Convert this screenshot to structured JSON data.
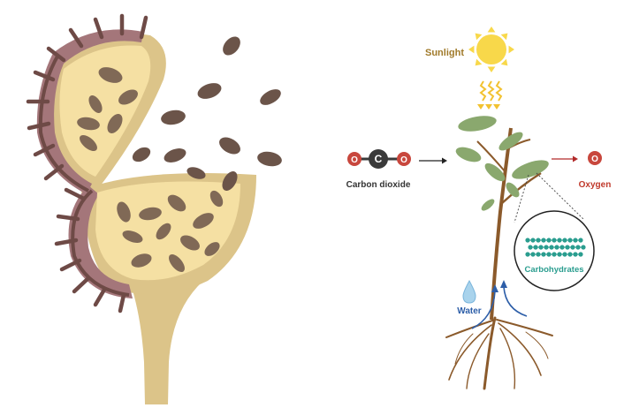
{
  "labels": {
    "sunlight": "Sunlight",
    "carbon_dioxide": "Carbon dioxide",
    "oxygen": "Oxygen",
    "carbohydrates": "Carbohydrates",
    "water": "Water"
  },
  "molecule_letters": {
    "o": "O",
    "c": "C"
  },
  "colors": {
    "pod_shell": "#a4767a",
    "pod_spine": "#6e4a46",
    "pod_flesh": "#f5e0a3",
    "stem": "#dcc489",
    "seed": "#6b5449",
    "sun": "#f8d84a",
    "sunlight_text": "#a07a2a",
    "oxygen_red": "#c8473d",
    "carbon_dark": "#3a3a3a",
    "leaf": "#8aa86e",
    "plant_stem": "#8b5a2b",
    "water_blue": "#2d5ea8",
    "carbohydrate_teal": "#2a9d8f"
  }
}
